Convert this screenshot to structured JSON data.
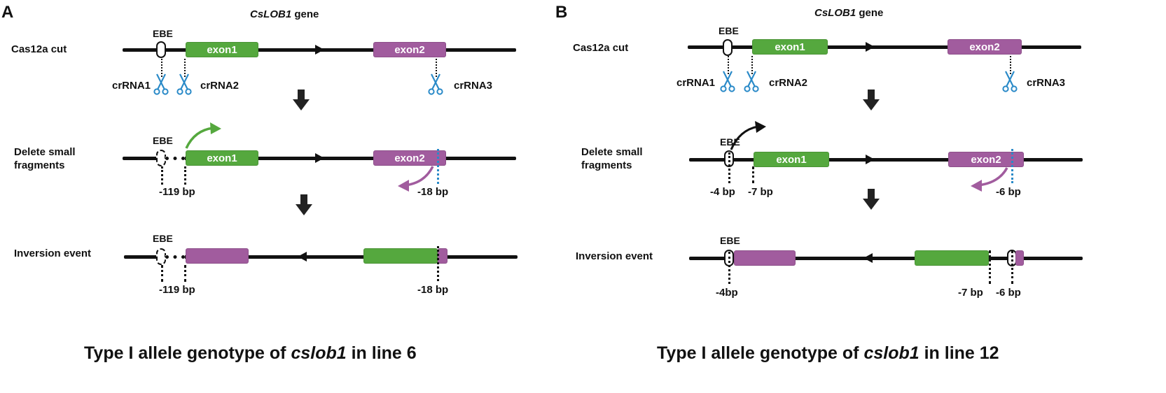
{
  "panels": [
    {
      "letter": "A",
      "gene_name": "CsLOB1",
      "gene_suffix": " gene",
      "row1_label": "Cas12a cut",
      "row2_label_line1": "Delete small",
      "row2_label_line2": "fragments",
      "row3_label": "Inversion event",
      "ebe": "EBE",
      "exon1": "exon1",
      "exon2": "exon2",
      "crrna1": "crRNA1",
      "crrna2": "crRNA2",
      "crrna3": "crRNA3",
      "del_left": "-119 bp",
      "del_right": "-18 bp",
      "inv_left": "-119 bp",
      "inv_right": "-18 bp",
      "caption_prefix": "Type I allele genotype of ",
      "caption_gene": "cslob1",
      "caption_suffix": " in line 6"
    },
    {
      "letter": "B",
      "gene_name": "CsLOB1",
      "gene_suffix": " gene",
      "row1_label": "Cas12a cut",
      "row2_label_line1": "Delete small",
      "row2_label_line2": "fragments",
      "row3_label": "Inversion event",
      "ebe": "EBE",
      "exon1": "exon1",
      "exon2": "exon2",
      "crrna1": "crRNA1",
      "crrna2": "crRNA2",
      "crrna3": "crRNA3",
      "del_left1": "-4 bp",
      "del_left2": "-7 bp",
      "del_right": "-6 bp",
      "inv_left": "-4bp",
      "inv_mid": "-7 bp",
      "inv_right": "-6 bp",
      "caption_prefix": "Type I allele genotype of ",
      "caption_gene": "cslob1",
      "caption_suffix": " in line 12"
    }
  ],
  "colors": {
    "exon1": "#55a83e",
    "exon2": "#a15c9e",
    "line": "#111111",
    "scissors": "#2a8ac8",
    "arrow_green": "#55a83e",
    "arrow_purple": "#a15c9e"
  },
  "icons": [
    "scissors-icon",
    "down-arrow-icon",
    "direction-arrow-icon",
    "curved-arrow-icon"
  ]
}
